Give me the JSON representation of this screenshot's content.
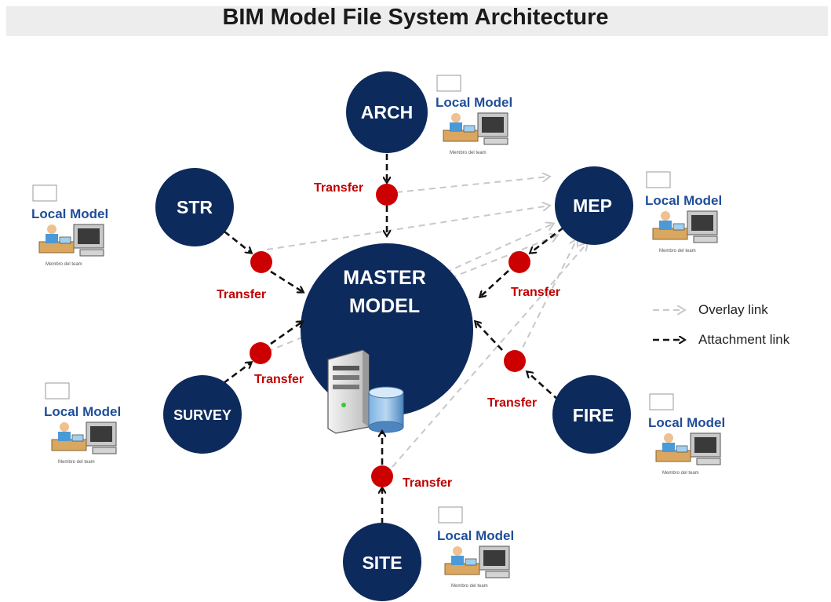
{
  "title": "BIM Model File System Architecture",
  "colors": {
    "node_fill": "#0d2a5c",
    "transfer_dot": "#cc0000",
    "overlay_line": "#c8c8c8",
    "attachment_line": "#111111",
    "local_model_text": "#1f4e99"
  },
  "master": {
    "line1": "MASTER",
    "line2": "MODEL"
  },
  "nodes": {
    "arch": "ARCH",
    "str": "STR",
    "mep": "MEP",
    "survey": "SURVEY",
    "fire": "FIRE",
    "site": "SITE"
  },
  "transfer_label": "Transfer",
  "local_model": {
    "label": "Local Model",
    "caption": "Membro del team"
  },
  "legend": {
    "overlay": "Overlay link",
    "attachment": "Attachment link"
  },
  "icons": {
    "server": "server-icon",
    "database": "database-cylinder-icon",
    "workstation": "team-workstation-icon",
    "document": "document-icon"
  }
}
